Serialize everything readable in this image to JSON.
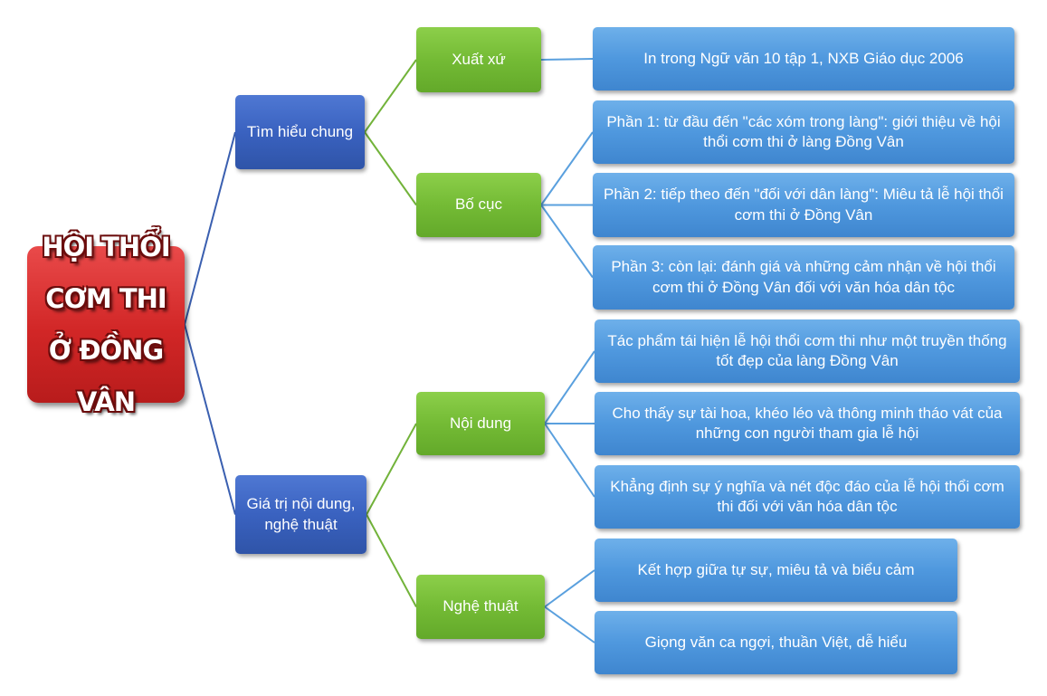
{
  "root": {
    "lines": [
      "HỘI THỔI",
      "CƠM THI",
      "Ở ĐỒNG VÂN"
    ],
    "color": "#d12626"
  },
  "branches": [
    {
      "label": "Tìm hiểu chung",
      "children": [
        {
          "label": "Xuất xứ",
          "leaves": [
            "In trong Ngữ văn 10 tập 1, NXB Giáo dục 2006"
          ]
        },
        {
          "label": "Bố cục",
          "leaves": [
            "Phần 1: từ đầu đến \"các xóm trong làng\": giới thiệu về hội thổi cơm thi ở làng Đồng Vân",
            "Phần 2: tiếp theo đến \"đối với dân làng\": Miêu tả lễ hội thổi cơm thi ở Đồng Vân",
            "Phần 3: còn lại: đánh giá và những cảm nhận về hội thổi cơm thi ở Đồng Vân đối với văn hóa dân tộc"
          ]
        }
      ]
    },
    {
      "label": "Giá trị nội dung, nghệ thuật",
      "children": [
        {
          "label": "Nội dung",
          "leaves": [
            "Tác phẩm tái hiện lễ hội thổi cơm thi như một truyền thống tốt đẹp của làng Đồng Vân",
            "Cho thấy sự tài hoa, khéo léo và thông minh tháo vát của những con người tham gia lễ hội",
            "Khẳng định sự ý nghĩa và nét độc đáo của lễ hội thổi cơm thi đối với văn hóa dân tộc"
          ]
        },
        {
          "label": "Nghệ thuật",
          "leaves": [
            "Kết hợp giữa tự sự, miêu tả và biểu cảm",
            "Giọng văn ca ngợi, thuần Việt, dễ hiểu"
          ]
        }
      ]
    }
  ],
  "colors": {
    "root": "#d12626",
    "level1": "#3a62c0",
    "level2": "#74bb35",
    "leaf": "#4f98de",
    "link_level1": "#3a5fb0",
    "link_level2": "#72b33a",
    "link_leaf": "#5aa0de"
  }
}
